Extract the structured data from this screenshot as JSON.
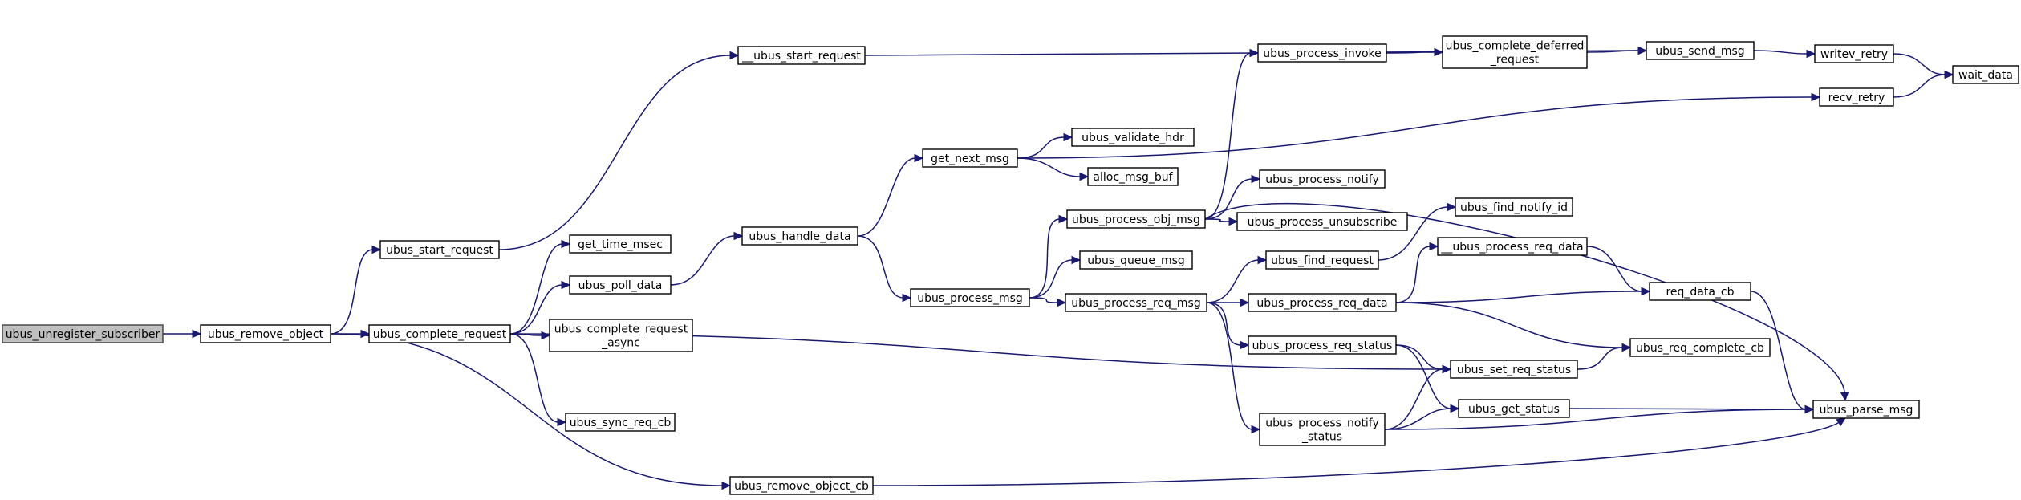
{
  "graph": {
    "nodes": [
      {
        "id": "n1",
        "label": [
          "ubus_unregister_subscriber"
        ],
        "root": true
      },
      {
        "id": "n2",
        "label": [
          "ubus_remove_object"
        ]
      },
      {
        "id": "n3",
        "label": [
          "ubus_start_request"
        ]
      },
      {
        "id": "n4",
        "label": [
          "ubus_complete_request"
        ]
      },
      {
        "id": "n5",
        "label": [
          "ubus_remove_object_cb"
        ]
      },
      {
        "id": "n6",
        "label": [
          "__ubus_start_request"
        ]
      },
      {
        "id": "n7",
        "label": [
          "get_time_msec"
        ]
      },
      {
        "id": "n8",
        "label": [
          "ubus_poll_data"
        ]
      },
      {
        "id": "n9",
        "label": [
          "ubus_complete_request",
          "_async"
        ]
      },
      {
        "id": "n10",
        "label": [
          "ubus_sync_req_cb"
        ]
      },
      {
        "id": "n11",
        "label": [
          "ubus_handle_data"
        ]
      },
      {
        "id": "n12",
        "label": [
          "get_next_msg"
        ]
      },
      {
        "id": "n13",
        "label": [
          "ubus_process_msg"
        ]
      },
      {
        "id": "n14",
        "label": [
          "ubus_validate_hdr"
        ]
      },
      {
        "id": "n15",
        "label": [
          "alloc_msg_buf"
        ]
      },
      {
        "id": "n16",
        "label": [
          "ubus_process_obj_msg"
        ]
      },
      {
        "id": "n17",
        "label": [
          "ubus_queue_msg"
        ]
      },
      {
        "id": "n18",
        "label": [
          "ubus_process_req_msg"
        ]
      },
      {
        "id": "n19",
        "label": [
          "ubus_process_invoke"
        ]
      },
      {
        "id": "n20",
        "label": [
          "ubus_process_notify"
        ]
      },
      {
        "id": "n21",
        "label": [
          "ubus_process_unsubscribe"
        ]
      },
      {
        "id": "n22",
        "label": [
          "ubus_find_request"
        ]
      },
      {
        "id": "n23",
        "label": [
          "ubus_process_req_data"
        ]
      },
      {
        "id": "n24",
        "label": [
          "ubus_process_req_status"
        ]
      },
      {
        "id": "n25",
        "label": [
          "ubus_process_notify",
          "_status"
        ]
      },
      {
        "id": "n26",
        "label": [
          "ubus_complete_deferred",
          "_request"
        ]
      },
      {
        "id": "n27",
        "label": [
          "ubus_find_notify_id"
        ]
      },
      {
        "id": "n28",
        "label": [
          "__ubus_process_req_data"
        ]
      },
      {
        "id": "n29",
        "label": [
          "ubus_set_req_status"
        ]
      },
      {
        "id": "n30",
        "label": [
          "ubus_get_status"
        ]
      },
      {
        "id": "n31",
        "label": [
          "ubus_send_msg"
        ]
      },
      {
        "id": "n32",
        "label": [
          "recv_retry"
        ]
      },
      {
        "id": "n33",
        "label": [
          "req_data_cb"
        ]
      },
      {
        "id": "n34",
        "label": [
          "ubus_req_complete_cb"
        ]
      },
      {
        "id": "n35",
        "label": [
          "ubus_parse_msg"
        ]
      },
      {
        "id": "n36",
        "label": [
          "writev_retry"
        ]
      },
      {
        "id": "n37",
        "label": [
          "wait_data"
        ]
      }
    ],
    "edges": [
      [
        "n1",
        "n2"
      ],
      [
        "n2",
        "n3"
      ],
      [
        "n2",
        "n4"
      ],
      [
        "n2",
        "n5"
      ],
      [
        "n3",
        "n6"
      ],
      [
        "n6",
        "n31"
      ],
      [
        "n4",
        "n7"
      ],
      [
        "n4",
        "n8"
      ],
      [
        "n4",
        "n9"
      ],
      [
        "n4",
        "n10"
      ],
      [
        "n4",
        "n29"
      ],
      [
        "n5",
        "n35"
      ],
      [
        "n8",
        "n11"
      ],
      [
        "n11",
        "n12"
      ],
      [
        "n11",
        "n13"
      ],
      [
        "n12",
        "n14"
      ],
      [
        "n12",
        "n15"
      ],
      [
        "n12",
        "n32"
      ],
      [
        "n13",
        "n16"
      ],
      [
        "n13",
        "n17"
      ],
      [
        "n13",
        "n18"
      ],
      [
        "n16",
        "n19"
      ],
      [
        "n16",
        "n20"
      ],
      [
        "n16",
        "n21"
      ],
      [
        "n16",
        "n35"
      ],
      [
        "n19",
        "n26"
      ],
      [
        "n26",
        "n31"
      ],
      [
        "n18",
        "n22"
      ],
      [
        "n18",
        "n23"
      ],
      [
        "n18",
        "n24"
      ],
      [
        "n18",
        "n25"
      ],
      [
        "n22",
        "n27"
      ],
      [
        "n23",
        "n28"
      ],
      [
        "n23",
        "n33"
      ],
      [
        "n23",
        "n34"
      ],
      [
        "n24",
        "n29"
      ],
      [
        "n24",
        "n30"
      ],
      [
        "n25",
        "n29"
      ],
      [
        "n25",
        "n30"
      ],
      [
        "n25",
        "n35"
      ],
      [
        "n28",
        "n33"
      ],
      [
        "n29",
        "n34"
      ],
      [
        "n30",
        "n35"
      ],
      [
        "n33",
        "n35"
      ],
      [
        "n31",
        "n36"
      ],
      [
        "n36",
        "n37"
      ],
      [
        "n32",
        "n37"
      ]
    ]
  }
}
